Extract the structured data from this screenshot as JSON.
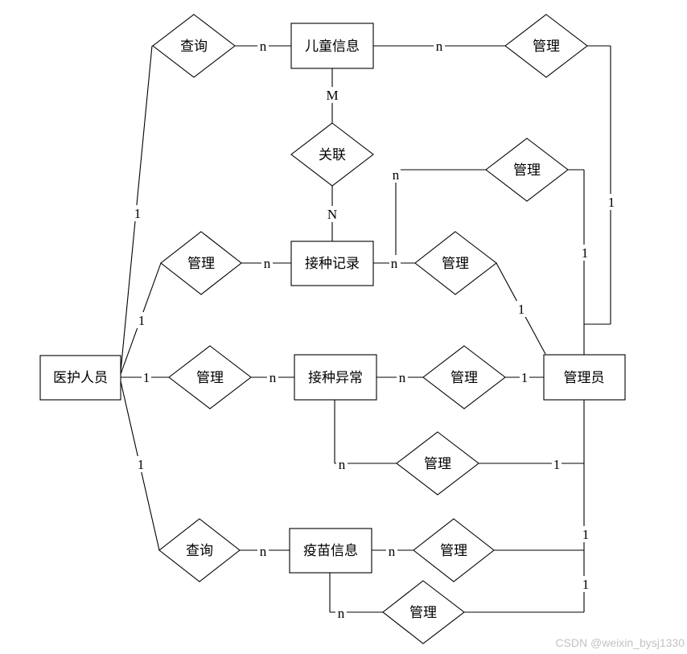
{
  "entities": {
    "child_info": "儿童信息",
    "vaccination_record": "接种记录",
    "medical_staff": "医护人员",
    "vaccination_abnormal": "接种异常",
    "admin": "管理员",
    "vaccine_info": "疫苗信息"
  },
  "relationships": {
    "query_child": "查询",
    "manage_child": "管理",
    "associate": "关联",
    "manage_record_admin": "管理",
    "manage_record_staff": "管理",
    "manage_record_admin_2": "管理",
    "manage_abnormal_staff": "管理",
    "manage_abnormal_admin": "管理",
    "manage_abnormal_admin_2": "管理",
    "query_vaccine": "查询",
    "manage_vaccine_admin": "管理",
    "manage_vaccine_admin_2": "管理"
  },
  "cardinalities": {
    "query_child_n": "n",
    "manage_child_n": "n",
    "assoc_m": "M",
    "assoc_n": "N",
    "manage_record_admin_n": "n",
    "manage_record_staff_n": "n",
    "manage_record_admin_2_n": "n",
    "staff_query_child_1": "1",
    "staff_manage_record_1": "1",
    "staff_manage_abnormal_1": "1",
    "manage_abnormal_staff_n": "n",
    "manage_abnormal_admin_n": "n",
    "manage_abnormal_admin_1": "1",
    "manage_child_admin_1": "1",
    "manage_record_admin_1": "1",
    "manage_record_admin_2_1": "1",
    "staff_query_vaccine_1": "1",
    "manage_abnormal_admin_2_n": "n",
    "manage_abnormal_admin_2_1": "1",
    "query_vaccine_n": "n",
    "manage_vaccine_admin_n": "n",
    "manage_vaccine_admin_1": "1",
    "manage_vaccine_admin_2_n": "n",
    "manage_vaccine_admin_2_1": "1"
  },
  "watermark": "CSDN @weixin_bysj1330"
}
